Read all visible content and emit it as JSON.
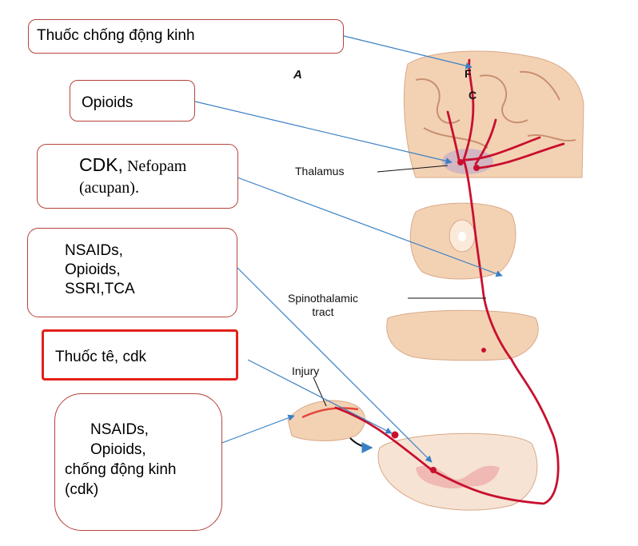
{
  "figure_letter": "A",
  "anatomy_labels": {
    "F": "F",
    "C": "C",
    "thalamus": "Thalamus",
    "spinothalamic_line1": "Spinothalamic",
    "spinothalamic_line2": "tract",
    "injury": "Injury"
  },
  "boxes": {
    "anticonvulsants": "Thuốc chống động kinh",
    "opioids": "Opioids",
    "cdk_nefopam": {
      "line1_a": "CDK,",
      "line1_b": " Nefopam",
      "line2": "(acupan)."
    },
    "nsaids_block": {
      "line1": "NSAIDs,",
      "line2": "Opioids,",
      "line3": "SSRI,TCA"
    },
    "local_anesthetic": "Thuốc tê, cdk",
    "peripheral": {
      "line1": "NSAIDs,",
      "line2": "Opioids,",
      "line3": "chống động kinh",
      "line4": "(cdk)"
    }
  },
  "colors": {
    "pathway": "#c8102e",
    "arrow": "#3a7fc4",
    "box_border": "#b5443a",
    "highlight_border": "#e3201b",
    "tissue": "#f3d2b4"
  }
}
